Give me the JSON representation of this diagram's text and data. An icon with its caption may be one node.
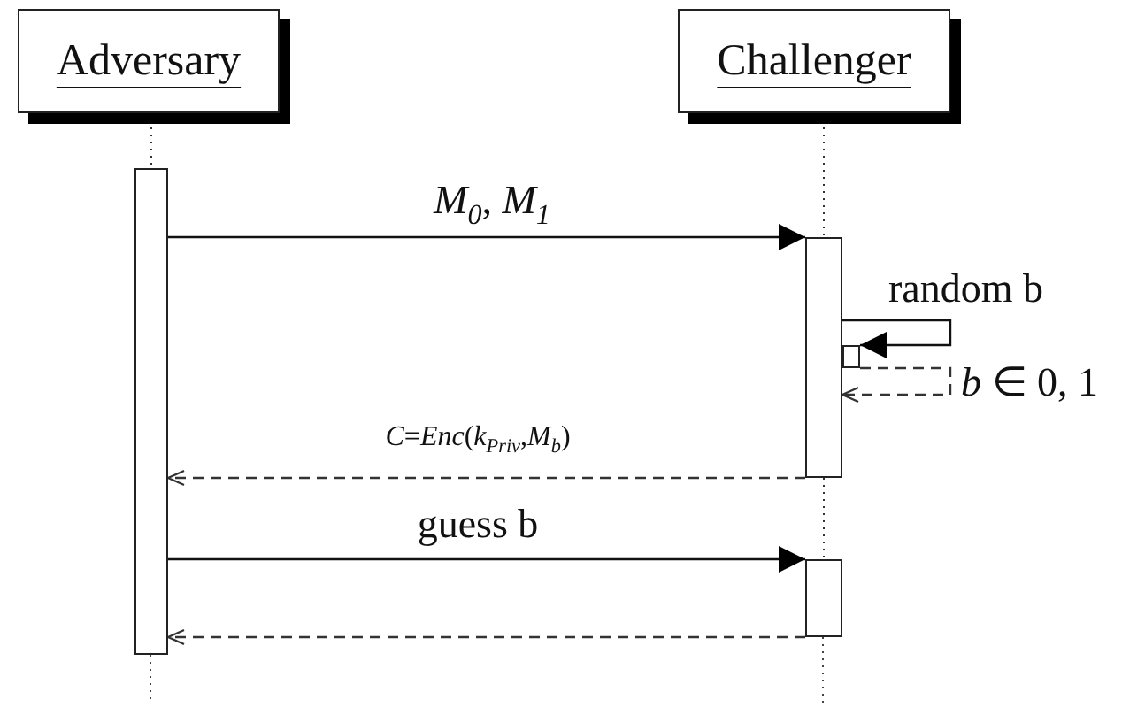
{
  "diagram": {
    "nodes": [
      {
        "text": [
          "Adversary"
        ]
      },
      {
        "text": [
          "Challenger"
        ]
      },
      {
        "text": [],
        "shape": "bar"
      },
      {
        "text": [],
        "shape": "bar"
      },
      {
        "text": [],
        "shape": "bar"
      },
      {
        "text": [],
        "shape": "bar"
      }
    ],
    "edges": [
      {
        "from": 2,
        "to": 3,
        "arrow": "to",
        "label": "*M*$_{0}$, *M*$_{1}$"
      },
      {
        "from": 3,
        "to": 4,
        "arrow": "to",
        "label": "random b"
      },
      {
        "from": 4,
        "to": 3,
        "arrow": "to",
        "style": "dashed",
        "label": "*b* ∈ 0, 1"
      },
      {
        "from": 3,
        "to": 2,
        "arrow": "to",
        "style": "dashed",
        "label": "*C*=*Enc*(*k*$_{Priv}$,*M*$_{b}$)"
      },
      {
        "from": 2,
        "to": 5,
        "arrow": "to",
        "label": "guess b"
      },
      {
        "from": 5,
        "to": 2,
        "arrow": "to",
        "style": "dashed"
      },
      {
        "from": 0,
        "to": 2,
        "arrow": "none",
        "style": "dashed"
      },
      {
        "from": 1,
        "to": 3,
        "arrow": "none",
        "style": "dashed"
      },
      {
        "from": 3,
        "to": 5,
        "arrow": "none",
        "style": "dashed"
      }
    ]
  }
}
